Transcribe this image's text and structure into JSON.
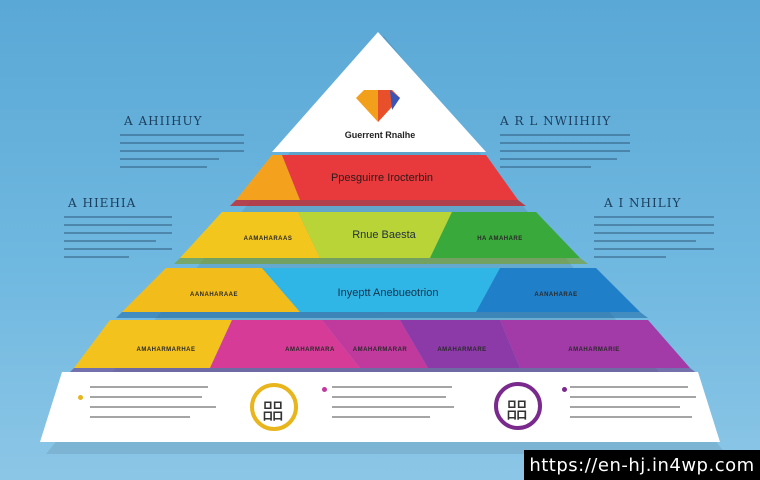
{
  "apex": {
    "title": "Guerrent Rnalhe"
  },
  "tiers": [
    {
      "label": "Ppesguirre Irocterbin",
      "color": "#e8393c"
    },
    {
      "label": "Rnue Baesta",
      "color": "#a4cf2a"
    },
    {
      "label": "Inyeptt Anebueotrion",
      "color": "#2db5e6"
    },
    {
      "label": "",
      "color": "#a23aa8"
    }
  ],
  "left_blocks": [
    {
      "title": "A AHIIHUY"
    },
    {
      "title": "A HIEHIA"
    }
  ],
  "right_blocks": [
    {
      "title": "A R L NWIIHIIY"
    },
    {
      "title": "A I NHILIY"
    }
  ],
  "small_labels": {
    "tier2_left": "AAMAHARAAS",
    "tier2_right": "HA AMAHARE",
    "tier3_left": "AANAHARAAE",
    "tier3_right": "AANAHARAE",
    "tier4_a": "AMAHARMARHAE",
    "tier4_b": "AMAHARMARA",
    "tier4_c": "AMAHARMARAR",
    "tier4_d": "AMAHARMARE",
    "tier4_e": "AMAHARMARIE"
  },
  "base_icons": [
    {
      "glyph": "㗊",
      "ring_color": "#e8b51c"
    },
    {
      "glyph": "㗊",
      "ring_color": "#7a2a8c"
    }
  ],
  "watermark": "https://en-hj.in4wp.com"
}
